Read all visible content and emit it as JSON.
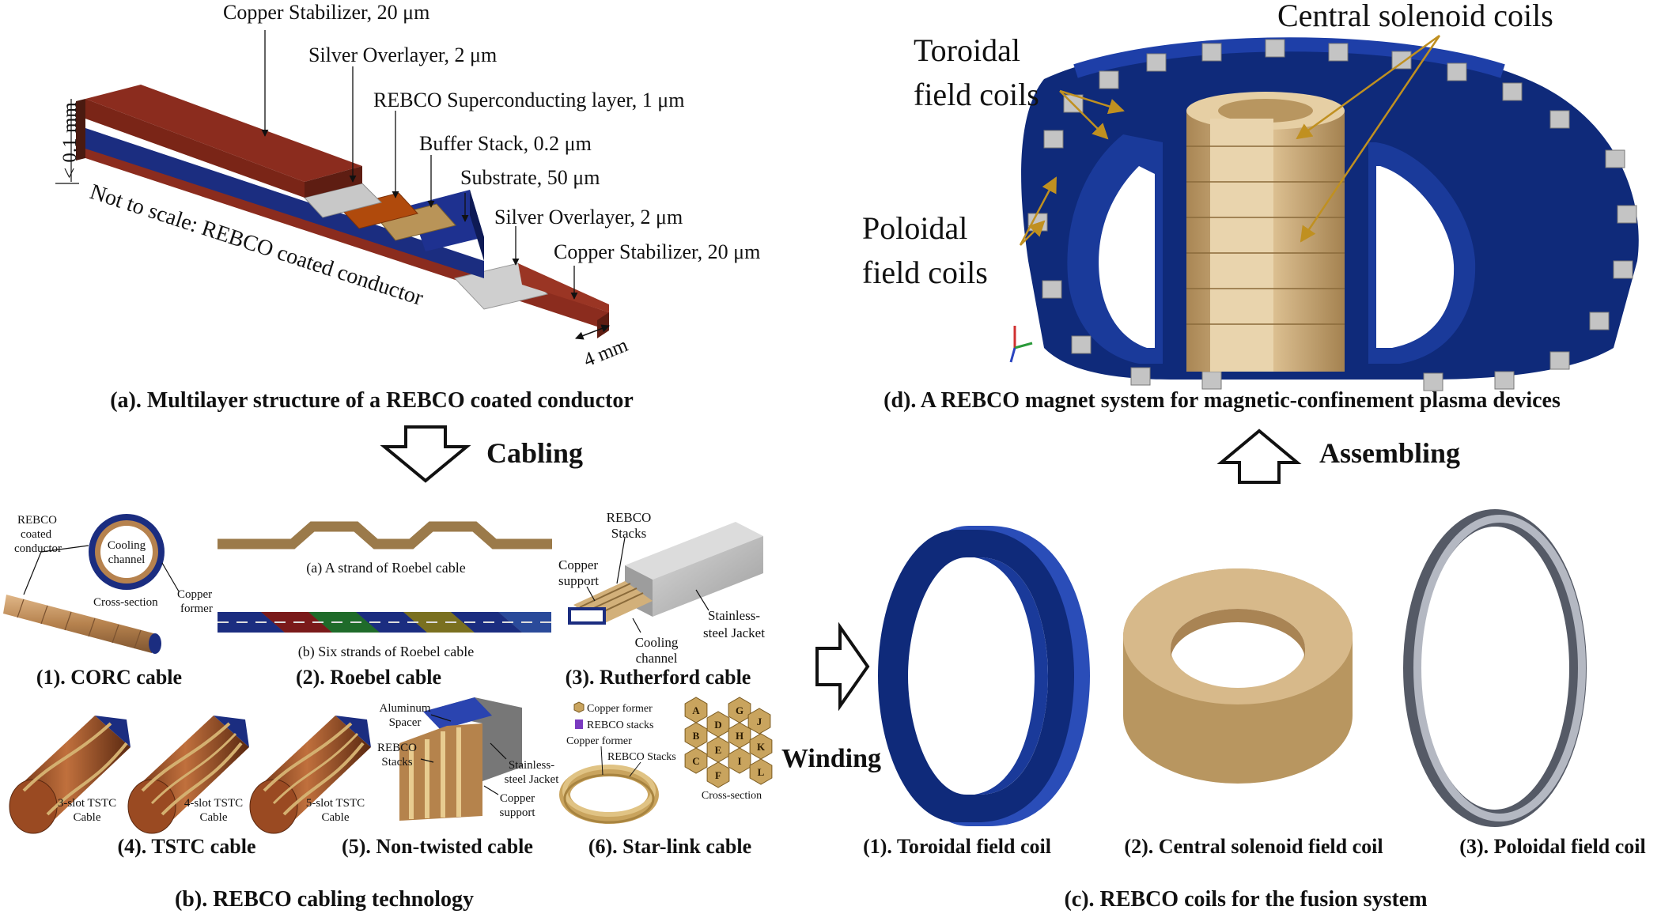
{
  "panel_a": {
    "layers": {
      "copper_top": "Copper Stabilizer, 20 μm",
      "silver_top": "Silver Overlayer, 2 μm",
      "rebco": "REBCO Superconducting layer, 1 μm",
      "buffer": "Buffer Stack, 0.2 μm",
      "substrate": "Substrate, 50 μm",
      "silver_bottom": "Silver Overlayer, 2 μm",
      "copper_bottom": "Copper Stabilizer, 20 μm"
    },
    "thickness": "< 0.1 mm",
    "width": "4 mm",
    "note": "Not to scale: REBCO coated conductor",
    "caption": "(a). Multilayer structure of a REBCO coated conductor"
  },
  "arrow_cabling": "Cabling",
  "arrow_assembling": "Assembling",
  "arrow_winding": "Winding",
  "panel_b": {
    "corc": {
      "conductor_1": "REBCO",
      "conductor_2": "coated",
      "conductor_3": "conductor",
      "cooling_1": "Cooling",
      "cooling_2": "channel",
      "cross_section": "Cross-section",
      "former_1": "Copper",
      "former_2": "former",
      "caption": "(1). CORC cable"
    },
    "roebel": {
      "strand_a": "(a) A strand of Roebel cable",
      "strand_b": "(b) Six strands of Roebel cable",
      "caption": "(2). Roebel cable"
    },
    "rutherford": {
      "stacks_1": "REBCO",
      "stacks_2": "Stacks",
      "support_1": "Copper",
      "support_2": "support",
      "cooling_1": "Cooling",
      "cooling_2": "channel",
      "jacket_1": "Stainless-",
      "jacket_2": "steel Jacket",
      "caption": "(3). Rutherford cable"
    },
    "tstc": {
      "c3_1": "3-slot TSTC",
      "c3_2": "Cable",
      "c4_1": "4-slot TSTC",
      "c4_2": "Cable",
      "c5_1": "5-slot TSTC",
      "c5_2": "Cable",
      "caption": "(4). TSTC cable"
    },
    "nontwisted": {
      "spacer_1": "Aluminum",
      "spacer_2": "Spacer",
      "stacks_1": "REBCO",
      "stacks_2": "Stacks",
      "jacket_1": "Stainless-",
      "jacket_2": "steel Jacket",
      "support_1": "Copper",
      "support_2": "support",
      "caption": "(5). Non-twisted cable"
    },
    "starlink": {
      "legend_former": "Copper former",
      "legend_stacks": "REBCO stacks",
      "label_former": "Copper former",
      "label_stacks": "REBCO Stacks",
      "cross_section": "Cross-section",
      "letters": [
        "A",
        "G",
        "J",
        "B",
        "D",
        "H",
        "K",
        "C",
        "E",
        "I",
        "L",
        "F"
      ],
      "caption": "(6). Star-link cable"
    },
    "caption": "(b). REBCO cabling technology"
  },
  "panel_c": {
    "coil1": "(1). Toroidal field coil",
    "coil2": "(2). Central solenoid field coil",
    "coil3": "(3). Poloidal field coil",
    "caption": "(c). REBCO coils for the fusion system"
  },
  "panel_d": {
    "cs_label": "Central solenoid coils",
    "tf_label_1": "Toroidal",
    "tf_label_2": "field coils",
    "pf_label_1": "Poloidal",
    "pf_label_2": "field coils",
    "caption": "(d). A REBCO magnet system for magnetic-confinement plasma devices"
  },
  "colors": {
    "copper": "#8b2c1e",
    "substrate_blue": "#1b2d80",
    "silver": "#c8c8c8",
    "rebco_orange": "#b04a0c",
    "buffer_tan": "#b99458",
    "coil_blue": "#0f2a7a",
    "solenoid_tan": "#c9a778",
    "poloidal_grey": "#8a8f9a",
    "leader_gold": "#c09020"
  }
}
